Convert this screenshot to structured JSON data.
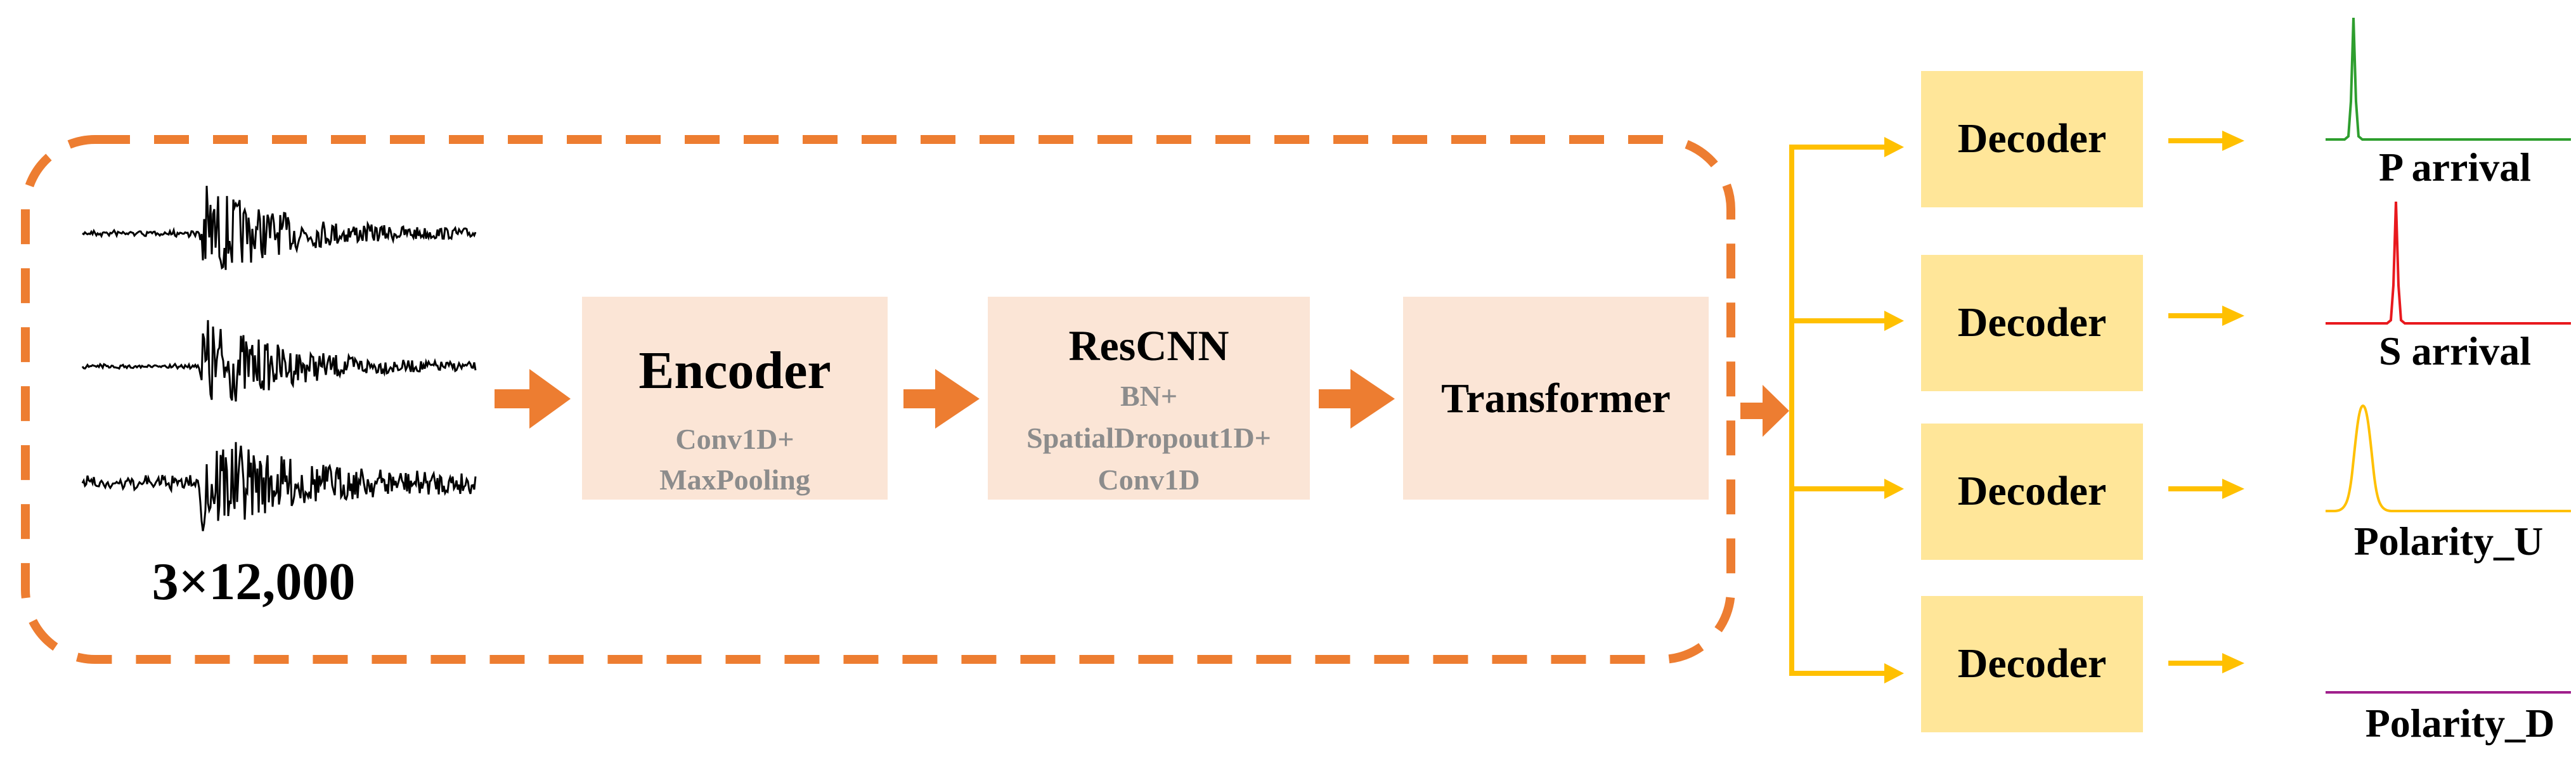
{
  "input": {
    "label": "3×12,000"
  },
  "encoder": {
    "title": "Encoder",
    "sublines": [
      "Conv1D+",
      "MaxPooling"
    ]
  },
  "rescnn": {
    "title": "ResCNN",
    "sublines": [
      "BN+",
      "SpatialDropout1D+",
      "Conv1D"
    ]
  },
  "transformer": {
    "title": "Transformer"
  },
  "decoders": [
    {
      "label": "Decoder",
      "output": "P arrival",
      "trace": "p-spike"
    },
    {
      "label": "Decoder",
      "output": "S arrival",
      "trace": "s-spike"
    },
    {
      "label": "Decoder",
      "output": "Polarity_U",
      "trace": "u-bump"
    },
    {
      "label": "Decoder",
      "output": "Polarity_D",
      "trace": "flat"
    }
  ],
  "colors": {
    "dashed_border": "#ED7D31",
    "flow_arrow": "#ED7D31",
    "block_fill": "#FBE5D6",
    "block_sub_text": "#8C8C8C",
    "decoder_fill": "#FFE699",
    "branch_line": "#FFC000",
    "p_trace": "#2E9E2E",
    "s_trace": "#E8191E",
    "u_trace": "#FFC000",
    "d_trace": "#A0208C",
    "text": "#000000",
    "waveform": "#000000"
  }
}
